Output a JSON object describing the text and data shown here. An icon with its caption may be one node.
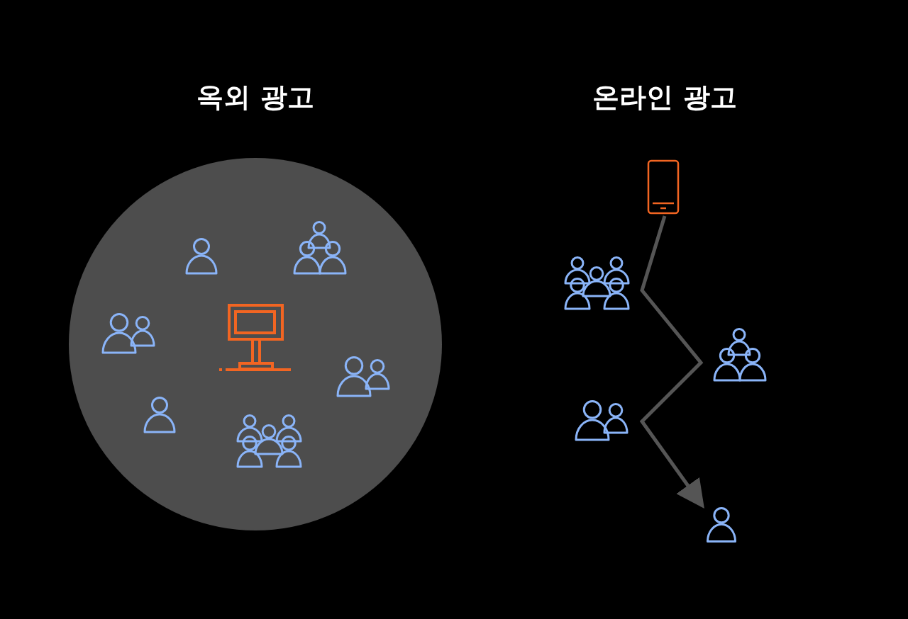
{
  "diagram": {
    "nodes": [
      {
        "text": [],
        "shape": "phone"
      },
      {
        "text": [],
        "shape": "person"
      }
    ],
    "edges": [
      {
        "from": 0,
        "to": 1,
        "arrow": "to"
      }
    ],
    "labels": [
      "옥외 광고",
      "온라인 광고"
    ]
  }
}
